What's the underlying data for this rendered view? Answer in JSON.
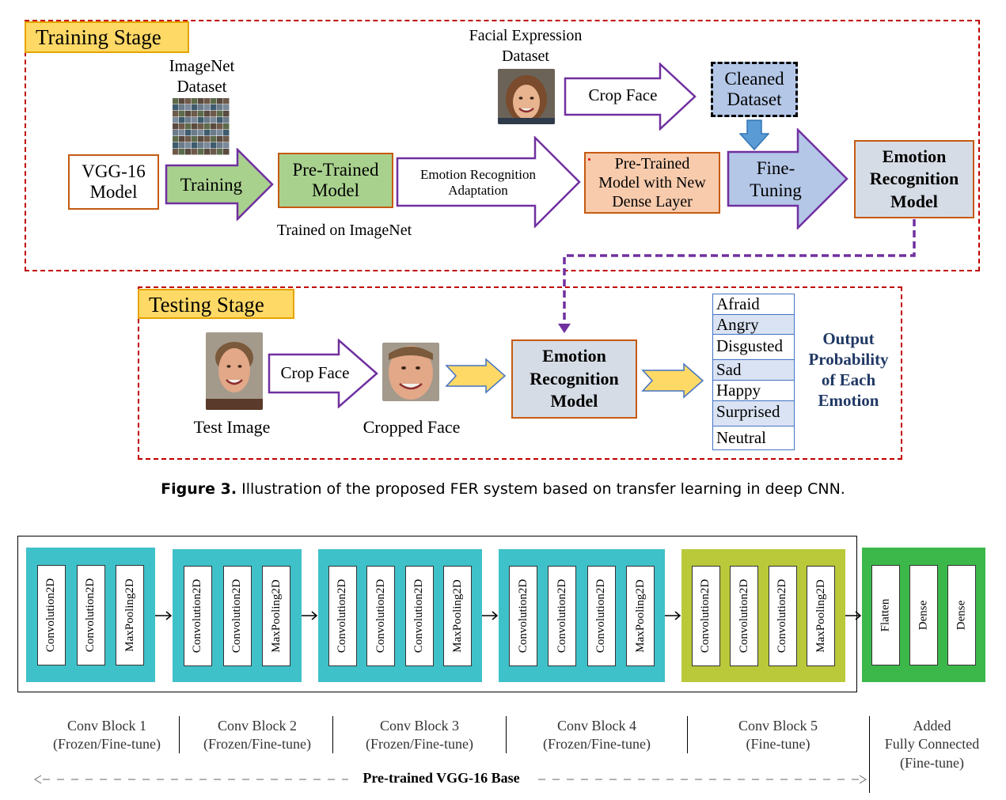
{
  "training": {
    "stage_label": "Training Stage",
    "imagenet_label": [
      "ImageNet",
      "Dataset"
    ],
    "vgg_box": [
      "VGG-16",
      "Model"
    ],
    "training_arrow": "Training",
    "pretrained_box": [
      "Pre-Trained",
      "Model"
    ],
    "trained_on": "Trained on ImageNet",
    "facial_dataset_label": [
      "Facial Expression",
      "Dataset"
    ],
    "crop_face_arrow": "Crop Face",
    "cleaned_box": [
      "Cleaned",
      "Dataset"
    ],
    "adaptation_arrow": [
      "Emotion Recognition",
      "Adaptation"
    ],
    "new_dense_box": [
      "Pre-Trained",
      "Model with New",
      "Dense Layer"
    ],
    "finetune_arrow": [
      "Fine-",
      "Tuning"
    ],
    "emotion_model_box": [
      "Emotion",
      "Recognition",
      "Model"
    ]
  },
  "testing": {
    "stage_label": "Testing Stage",
    "test_image_label": "Test Image",
    "crop_face_arrow": "Crop Face",
    "cropped_face_label": "Cropped Face",
    "emotion_model_box": [
      "Emotion",
      "Recognition",
      "Model"
    ],
    "emotions": [
      "Afraid",
      "Angry",
      "Disgusted",
      "Sad",
      "Happy",
      "Surprised",
      "Neutral"
    ],
    "output_label": [
      "Output",
      "Probability",
      "of Each",
      "Emotion"
    ]
  },
  "figure_caption": {
    "prefix": "Figure 3.",
    "text": " Illustration of the proposed FER system based on transfer learning in deep CNN."
  },
  "architecture": {
    "blocks": [
      {
        "layers": [
          "Convolution2D",
          "Convolution2D",
          "MaxPooling2D"
        ],
        "title": "Conv Block 1",
        "subtitle": "(Frozen/Fine-tune)",
        "color": "#3fc1c9"
      },
      {
        "layers": [
          "Convolution2D",
          "Convolution2D",
          "MaxPooling2D"
        ],
        "title": "Conv Block 2",
        "subtitle": "(Frozen/Fine-tune)",
        "color": "#3fc1c9"
      },
      {
        "layers": [
          "Convolution2D",
          "Convolution2D",
          "Convolution2D",
          "MaxPooling2D"
        ],
        "title": "Conv Block 3",
        "subtitle": "(Frozen/Fine-tune)",
        "color": "#3fc1c9"
      },
      {
        "layers": [
          "Convolution2D",
          "Convolution2D",
          "Convolution2D",
          "MaxPooling2D"
        ],
        "title": "Conv Block 4",
        "subtitle": "(Frozen/Fine-tune)",
        "color": "#3fc1c9"
      },
      {
        "layers": [
          "Convolution2D",
          "Convolution2D",
          "Convolution2D",
          "MaxPooling2D"
        ],
        "title": "Conv Block 5",
        "subtitle": "(Fine-tune)",
        "color": "#b9c93a"
      },
      {
        "layers": [
          "Flatten",
          "Dense",
          "Dense"
        ],
        "title": "Added",
        "subtitle": "Fully Connected",
        "subtitle2": "(Fine-tune)",
        "color": "#3cb84a"
      }
    ],
    "base_label": "Pre-trained VGG-16 Base"
  },
  "colors": {
    "red_dashed": "#c00000",
    "purple": "#7030a0",
    "orange_border": "#c55a11",
    "green_fill": "#a9d18e",
    "blue_fill": "#b4c7e7",
    "peach_fill": "#f8cbad",
    "grey_fill": "#d6dce5",
    "yellow_arrow": "#ffd966",
    "blue_arrow": "#5b9bd5"
  }
}
